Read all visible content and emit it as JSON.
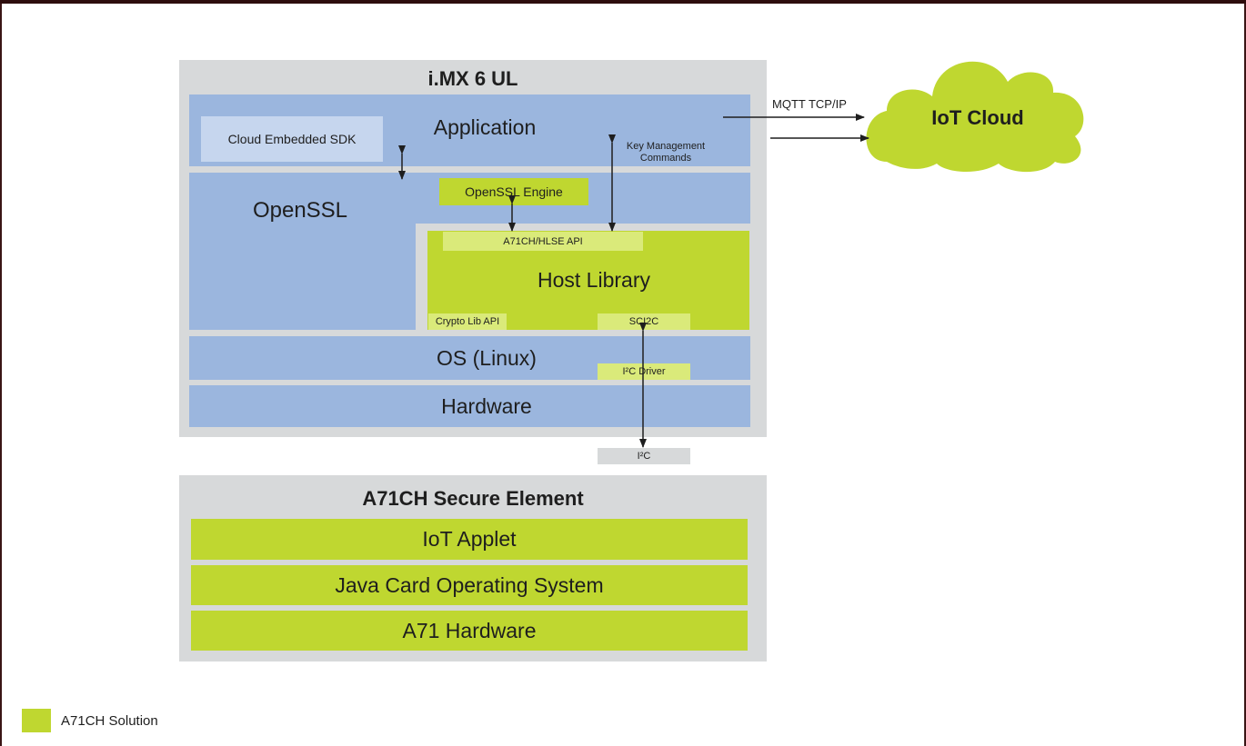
{
  "imx": {
    "title": "i.MX 6 UL",
    "application": "Application",
    "sdk": "Cloud Embedded SDK",
    "openssl": "OpenSSL",
    "openssl_engine": "OpenSSL Engine",
    "api": "A71CH/HLSE API",
    "host_library": "Host Library",
    "crypto_api": "Crypto Lib API",
    "sci2c": "SCI2C",
    "os": "OS (Linux)",
    "i2c_driver": "I²C Driver",
    "hardware": "Hardware"
  },
  "connections": {
    "mqtt": "MQTT TCP/IP",
    "key_mgmt_line1": "Key Management",
    "key_mgmt_line2": "Commands",
    "i2c": "I²C"
  },
  "cloud": {
    "label": "IoT Cloud"
  },
  "secure_element": {
    "title": "A71CH Secure Element",
    "layers": [
      "IoT Applet",
      "Java Card Operating System",
      "A71 Hardware"
    ]
  },
  "legend": {
    "label": "A71CH Solution"
  },
  "colors": {
    "solution_green": "#bfd730",
    "layer_blue": "#9bb6de",
    "panel_gray": "#d7d9da"
  }
}
